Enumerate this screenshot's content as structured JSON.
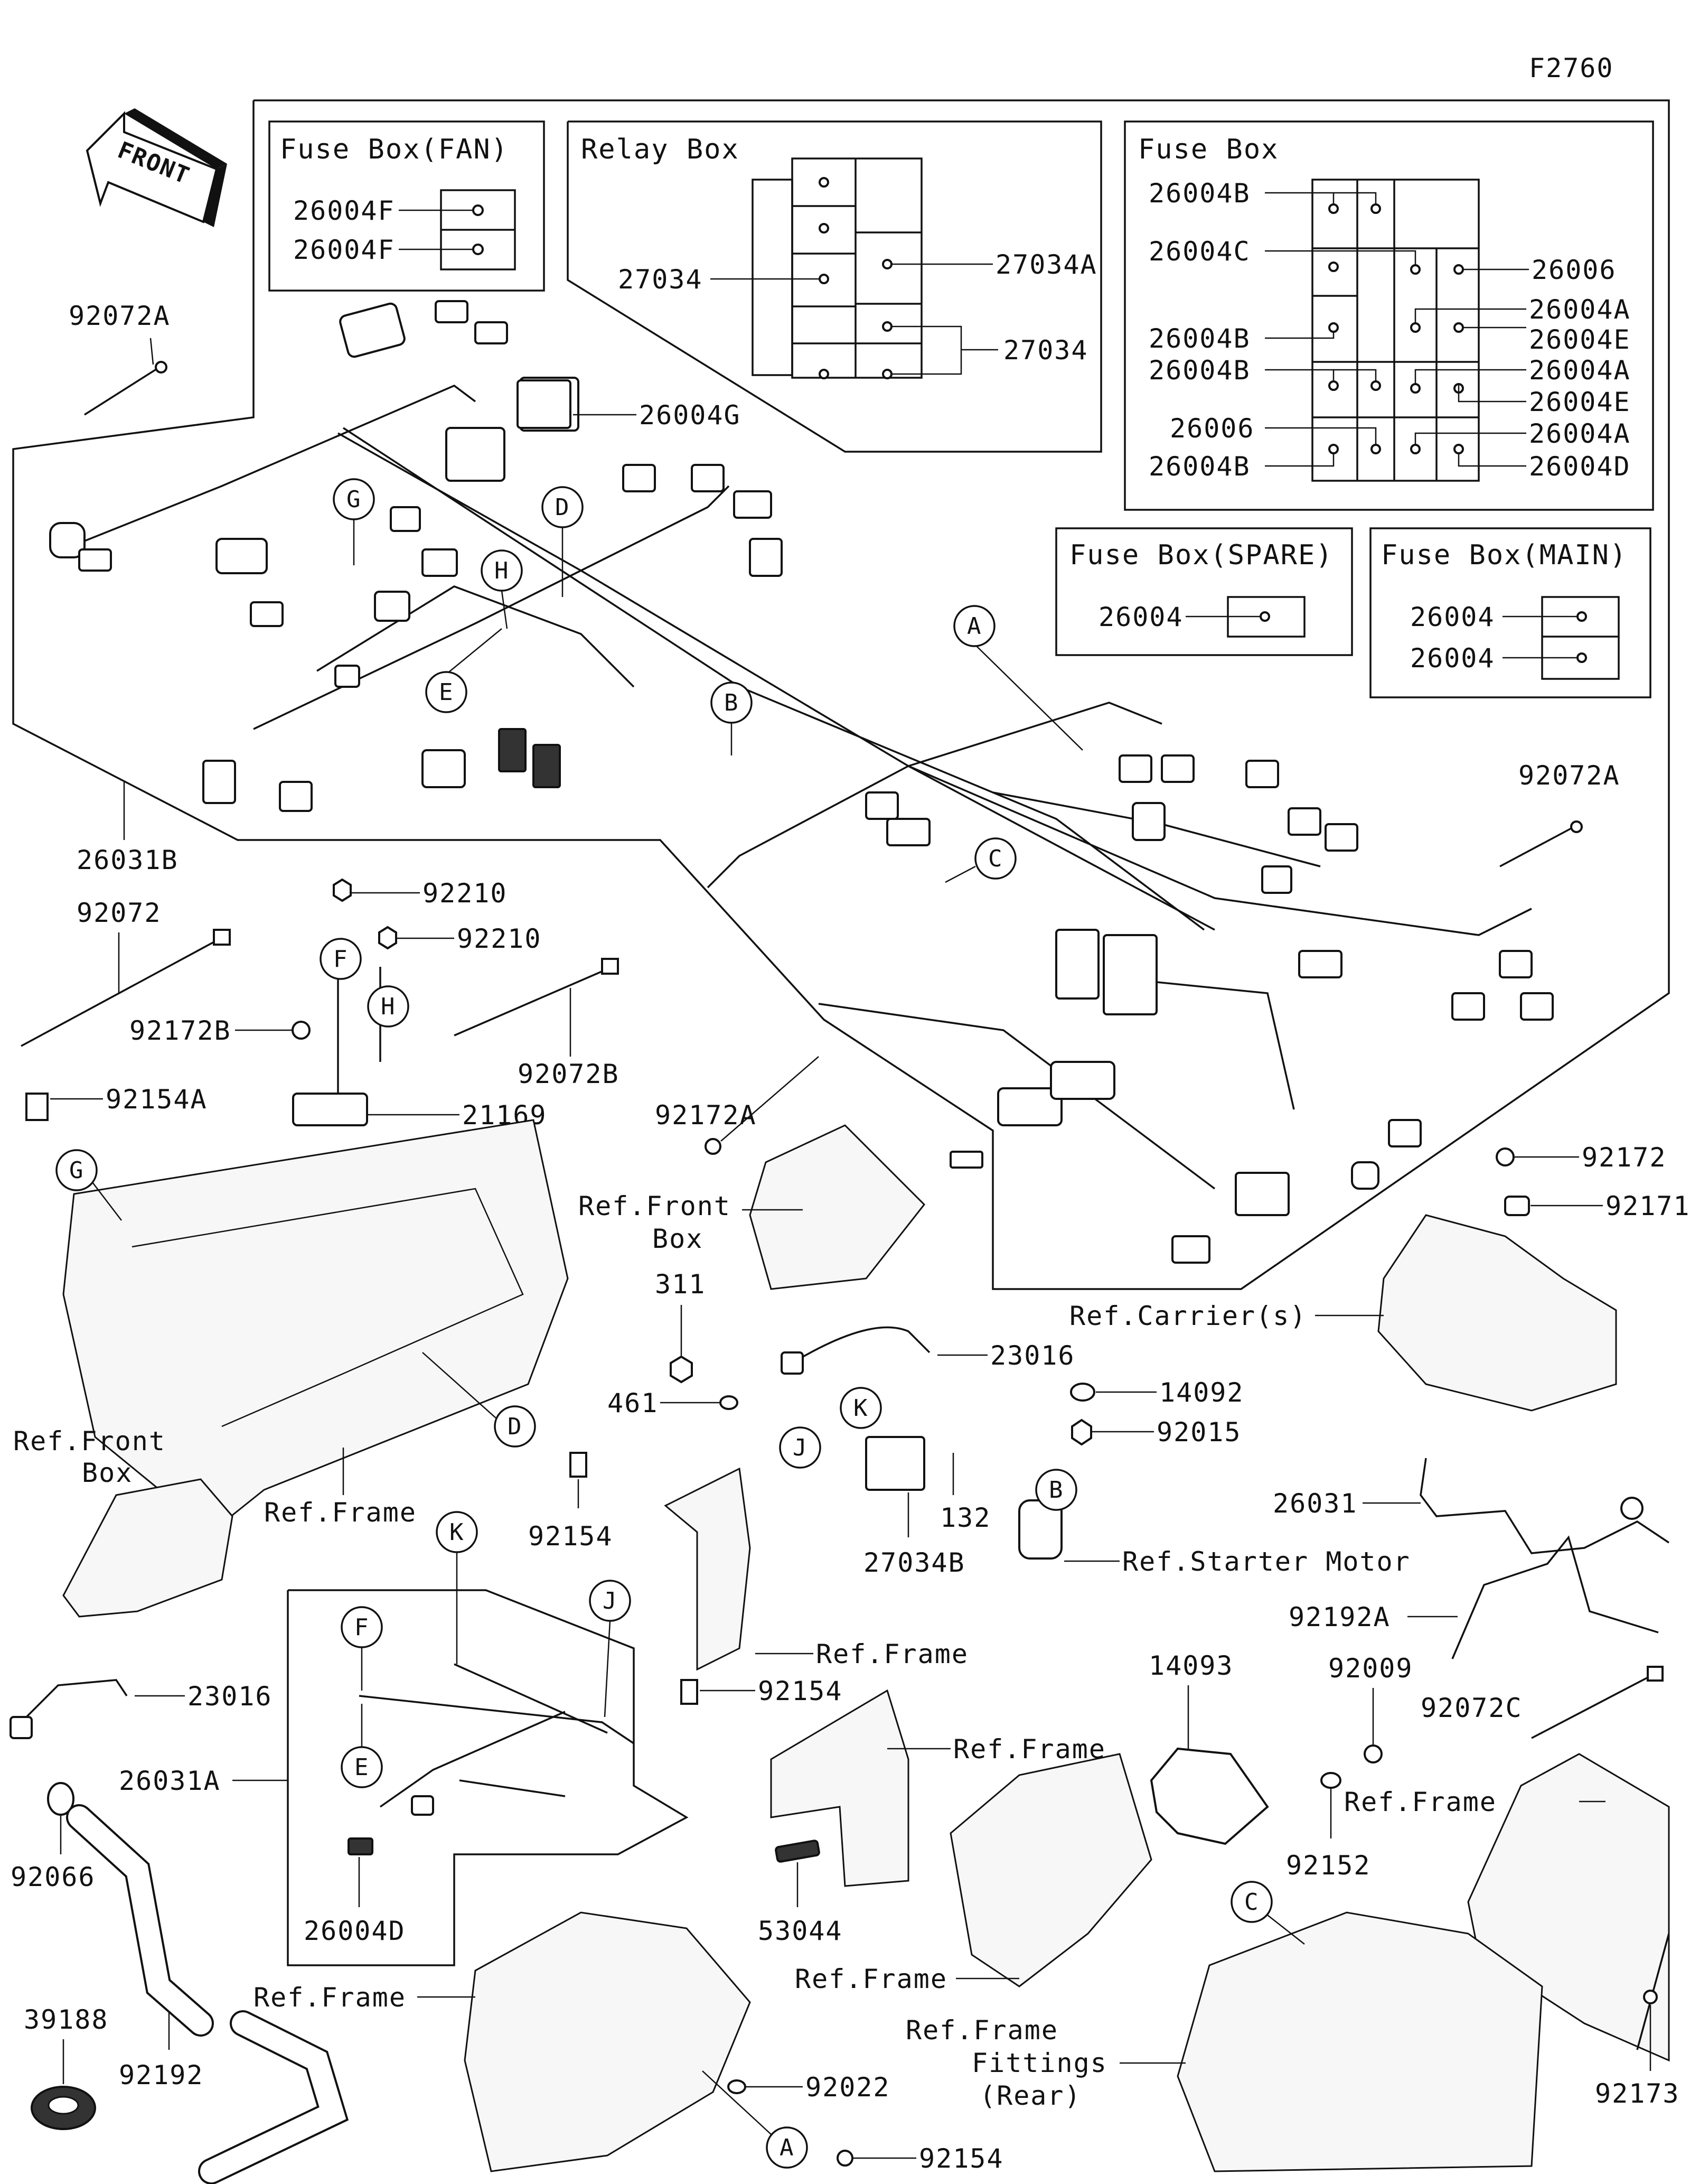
{
  "diagram_code": "F2760",
  "front_label": "FRONT",
  "boxes": {
    "fuse_fan": {
      "title": "Fuse Box(FAN)",
      "labels": [
        "26004F",
        "26004F"
      ]
    },
    "relay": {
      "title": "Relay Box",
      "labels": [
        "27034",
        "27034A",
        "27034"
      ]
    },
    "fuse": {
      "title": "Fuse Box",
      "labels": [
        "26004B",
        "26004C",
        "26006",
        "26004A",
        "26004E",
        "26004B",
        "26004B",
        "26004A",
        "26004E",
        "26006",
        "26004A",
        "26004B",
        "26004D"
      ]
    },
    "fuse_spare": {
      "title": "Fuse Box(SPARE)",
      "labels": [
        "26004"
      ]
    },
    "fuse_main": {
      "title": "Fuse Box(MAIN)",
      "labels": [
        "26004",
        "26004"
      ]
    }
  },
  "callouts": [
    "A",
    "B",
    "C",
    "D",
    "E",
    "F",
    "G",
    "H",
    "J",
    "K"
  ],
  "labels": {
    "p92072A_left": "92072A",
    "p26004G": "26004G",
    "p26031B": "26031B",
    "p92072A_right": "92072A",
    "p92072": "92072",
    "p92210_a": "92210",
    "p92210_b": "92210",
    "p92172B": "92172B",
    "p92072B": "92072B",
    "p92154A": "92154A",
    "p21169": "21169",
    "p92172A": "92172A",
    "p92172": "92172",
    "p92171": "92171",
    "ref_front_box_1": "Ref.Front",
    "ref_front_box_2": "Box",
    "ref_carrier": "Ref.Carrier(s)",
    "p311": "311",
    "p23016_a": "23016",
    "p14092": "14092",
    "p461": "461",
    "p92015": "92015",
    "p26031": "26031",
    "p132": "132",
    "ref_starter": "Ref.Starter Motor",
    "p27034B": "27034B",
    "ref_frame_1": "Ref.Frame",
    "p92154_a": "92154",
    "ref_front_box_l1": "Ref.Front",
    "ref_front_box_l2": "Box",
    "ref_frame_2": "Ref.Frame",
    "p92192A": "92192A",
    "p14093": "14093",
    "p92009": "92009",
    "p23016_b": "23016",
    "p92154_b": "92154",
    "ref_frame_3": "Ref.Frame",
    "p92072C": "92072C",
    "ref_frame_4": "Ref.Frame",
    "p26031A": "26031A",
    "p92152": "92152",
    "p92066": "92066",
    "p53044": "53044",
    "p26004D": "26004D",
    "ref_frame_5": "Ref.Frame",
    "ref_frame_6": "Ref.Frame",
    "p39188": "39188",
    "p92022": "92022",
    "ref_fittings_1": "Ref.Frame",
    "ref_fittings_2": "Fittings",
    "ref_fittings_3": "(Rear)",
    "p92192": "92192",
    "p92154_c": "92154",
    "p92173": "92173"
  }
}
